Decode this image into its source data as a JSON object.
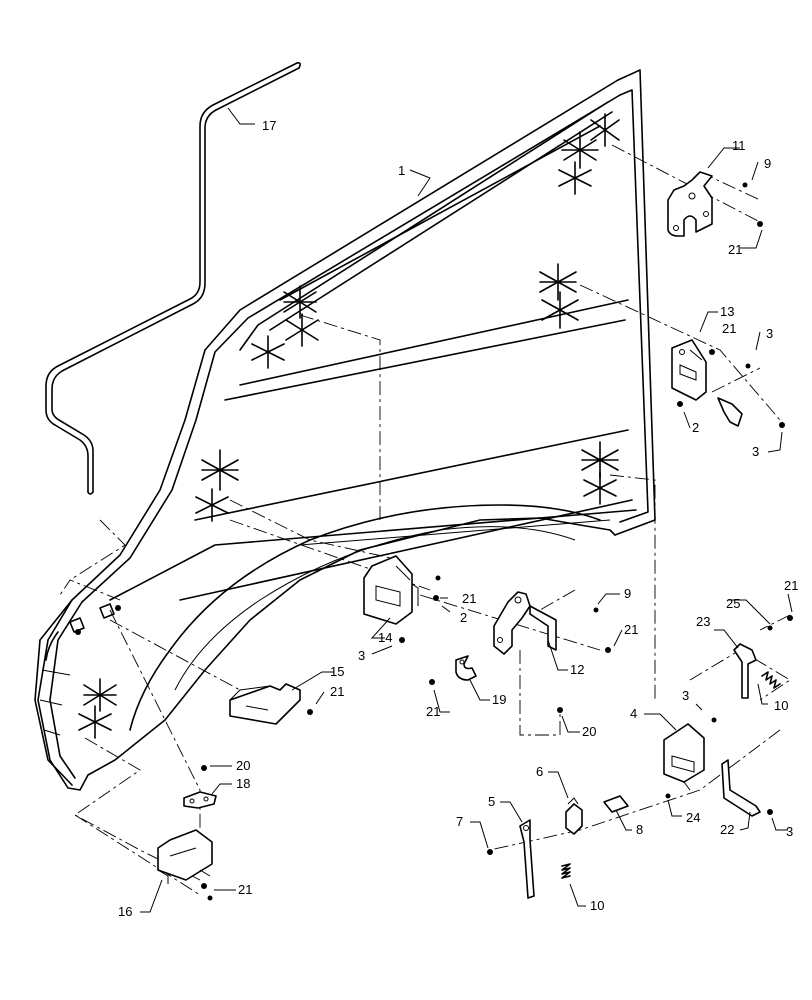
{
  "diagram": {
    "callouts": [
      {
        "id": "c1",
        "text": "1"
      },
      {
        "id": "c2a",
        "text": "2"
      },
      {
        "id": "c2b",
        "text": "2"
      },
      {
        "id": "c3a",
        "text": "3"
      },
      {
        "id": "c3b",
        "text": "3"
      },
      {
        "id": "c3c",
        "text": "3"
      },
      {
        "id": "c3d",
        "text": "3"
      },
      {
        "id": "c3e",
        "text": "3"
      },
      {
        "id": "c4",
        "text": "4"
      },
      {
        "id": "c5",
        "text": "5"
      },
      {
        "id": "c6",
        "text": "6"
      },
      {
        "id": "c7",
        "text": "7"
      },
      {
        "id": "c8",
        "text": "8"
      },
      {
        "id": "c9a",
        "text": "9"
      },
      {
        "id": "c9b",
        "text": "9"
      },
      {
        "id": "c10a",
        "text": "10"
      },
      {
        "id": "c10b",
        "text": "10"
      },
      {
        "id": "c11",
        "text": "11"
      },
      {
        "id": "c12",
        "text": "12"
      },
      {
        "id": "c13",
        "text": "13"
      },
      {
        "id": "c14",
        "text": "14"
      },
      {
        "id": "c15",
        "text": "15"
      },
      {
        "id": "c16",
        "text": "16"
      },
      {
        "id": "c17",
        "text": "17"
      },
      {
        "id": "c18",
        "text": "18"
      },
      {
        "id": "c19",
        "text": "19"
      },
      {
        "id": "c20a",
        "text": "20"
      },
      {
        "id": "c20b",
        "text": "20"
      },
      {
        "id": "c21a",
        "text": "21"
      },
      {
        "id": "c21b",
        "text": "21"
      },
      {
        "id": "c21c",
        "text": "21"
      },
      {
        "id": "c21d",
        "text": "21"
      },
      {
        "id": "c21e",
        "text": "21"
      },
      {
        "id": "c21f",
        "text": "21"
      },
      {
        "id": "c21g",
        "text": "21"
      },
      {
        "id": "c21h",
        "text": "21"
      },
      {
        "id": "c22",
        "text": "22"
      },
      {
        "id": "c23",
        "text": "23"
      },
      {
        "id": "c24",
        "text": "24"
      },
      {
        "id": "c25",
        "text": "25"
      }
    ]
  }
}
